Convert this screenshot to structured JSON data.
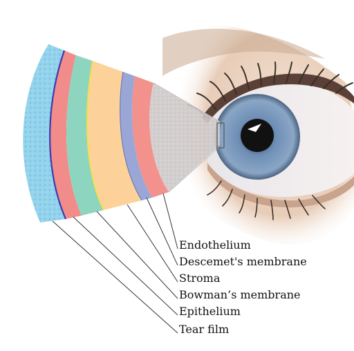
{
  "labels": [
    {
      "id": "endothelium",
      "text": "Endothelium"
    },
    {
      "id": "descemets",
      "text": "Descemet's membrane"
    },
    {
      "id": "stroma",
      "text": "Stroma"
    },
    {
      "id": "bowmans",
      "text": "Bowman’s membrane"
    },
    {
      "id": "epithelium",
      "text": "Epithelium"
    },
    {
      "id": "tear-film",
      "text": "Tear film"
    }
  ],
  "colors": {
    "tear_film": "#8fd0ea",
    "epithelium": "#f28c8a",
    "bowmans": "#8ed5c0",
    "stroma": "#fcd29a",
    "descemets": "#9aa7d6",
    "endothelium": "#f3918c",
    "boundary_line": "#3a3ab0",
    "yellow_line": "#f3e04a",
    "iris": "#7c9cc0",
    "pupil": "#111111",
    "skin": "#ead3bf",
    "lashes": "#3a2e28"
  }
}
